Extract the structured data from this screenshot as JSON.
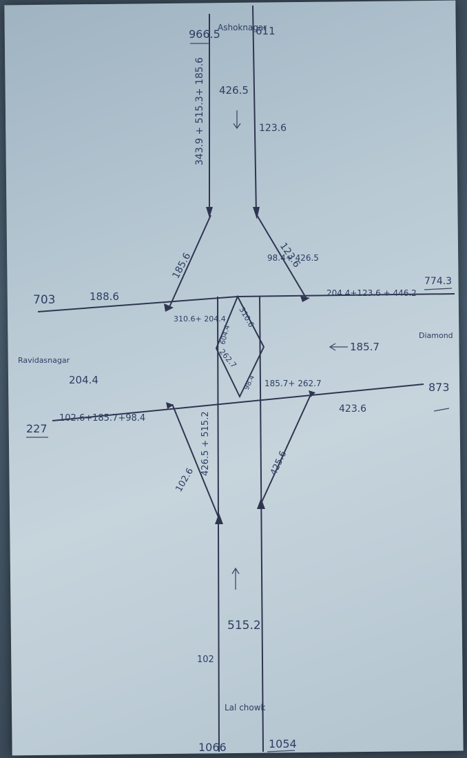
{
  "labels": {
    "node_966": "966.5",
    "city_top": "Ashoknagar",
    "node_611": "611",
    "vertical_sum": "343.9 + 515.3+ 185.6",
    "top_value": "426.5",
    "top_right_value": "123.6",
    "diag_left_top": "185.6",
    "diag_right_top": "123.6",
    "sum_right_top": "98.4+ 426.5",
    "node_703": "703",
    "road_left_value": "188.6",
    "sum_mid_left": "310.6+ 204.4",
    "sum_far_right": "204.4+123.6 + 446.2",
    "node_774": "774.3",
    "box_top_left": "604.4",
    "box_top_right": "310.6",
    "box_bottom_left": "262.7",
    "box_bottom_right": "98.4",
    "city_left": "Ravidasnagar",
    "left_flow": "204.4",
    "right_flow": "185.7",
    "city_right": "Diamond",
    "sum_mid_right": "185.7+ 262.7",
    "node_873": "873",
    "road_right_value": "423.6",
    "node_227": "227",
    "sum_lower_left": "102.6+185.7+98.4",
    "vertical_sum_bottom": "426.5 + 515.2",
    "diag_left_bottom": "102.6",
    "diag_right_bottom": "425.6",
    "bottom_flow": "515.2",
    "node_102": "102",
    "city_bottom": "Lal chowk",
    "node_1066": "1066",
    "node_1054": "1054"
  }
}
